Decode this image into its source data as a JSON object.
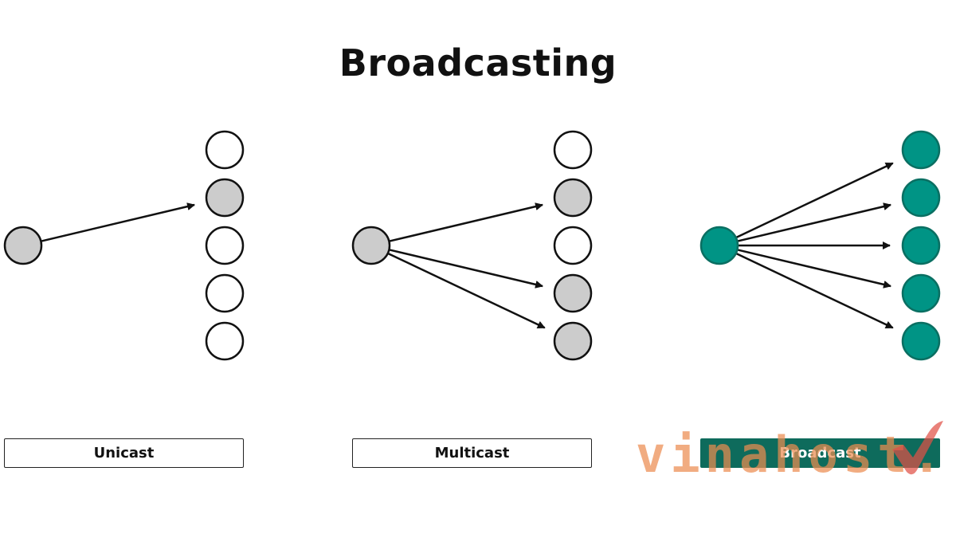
{
  "title": "Broadcasting",
  "panels": [
    {
      "id": "unicast",
      "label": "Unicast",
      "active": false,
      "source_color": "#cccccc",
      "receivers": [
        "empty",
        "gray",
        "empty",
        "empty",
        "empty"
      ],
      "targets": [
        1
      ]
    },
    {
      "id": "multicast",
      "label": "Multicast",
      "active": false,
      "source_color": "#cccccc",
      "receivers": [
        "empty",
        "gray",
        "empty",
        "gray",
        "gray"
      ],
      "targets": [
        1,
        3,
        4
      ]
    },
    {
      "id": "broadcast",
      "label": "Broadcast",
      "active": true,
      "source_color": "#009485",
      "receivers": [
        "teal",
        "teal",
        "teal",
        "teal",
        "teal"
      ],
      "targets": [
        0,
        1,
        2,
        3,
        4
      ]
    }
  ],
  "colors": {
    "empty": "#ffffff",
    "gray": "#cccccc",
    "teal": "#009485",
    "outline": "#111111",
    "teal_outline": "#0a6f62",
    "active_label": "#0e6b5c"
  },
  "watermark": {
    "text": "vinahost.",
    "icon": "check-mark-icon"
  }
}
